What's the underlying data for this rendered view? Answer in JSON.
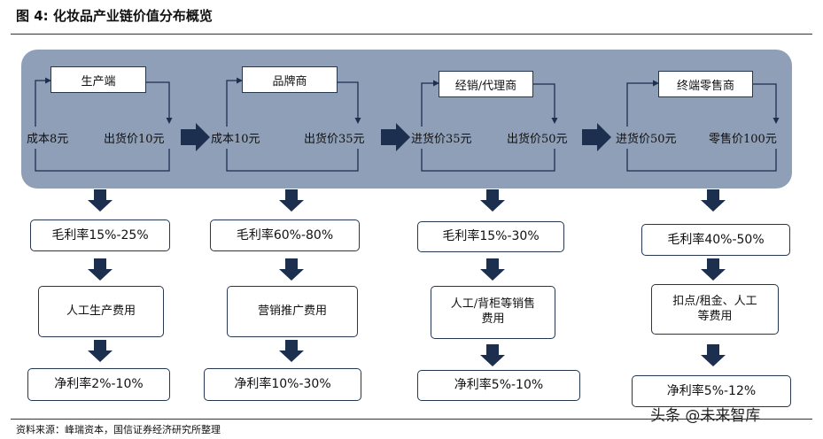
{
  "figure": {
    "title": "图 4:  化妆品产业链价值分布概览",
    "source": "资料来源：峰瑞资本，国信证券经济研究所整理",
    "watermark": "头条 @未来智库"
  },
  "stages": [
    {
      "name": "生产端",
      "left_label": "成本8元",
      "right_label": "出货价10元",
      "gross_margin": "毛利率15%-25%",
      "cost": "人工生产费用",
      "net_margin": "净利率2%-10%"
    },
    {
      "name": "品牌商",
      "left_label": "成本10元",
      "right_label": "出货价35元",
      "gross_margin": "毛利率60%-80%",
      "cost": "营销推广费用",
      "net_margin": "净利率10%-30%"
    },
    {
      "name": "经销/代理商",
      "left_label": "进货价35元",
      "right_label": "出货价50元",
      "gross_margin": "毛利率15%-30%",
      "cost": "人工/背柜等销售\n费用",
      "net_margin": "净利率5%-10%"
    },
    {
      "name": "终端零售商",
      "left_label": "进货价50元",
      "right_label": "零售价100元",
      "gross_margin": "毛利率40%-50%",
      "cost": "扣点/租金、人工\n等费用",
      "net_margin": "净利率5%-12%"
    }
  ],
  "colors": {
    "band": "#8f9fb7",
    "arrow": "#1c2f4f",
    "border": "#243650"
  }
}
